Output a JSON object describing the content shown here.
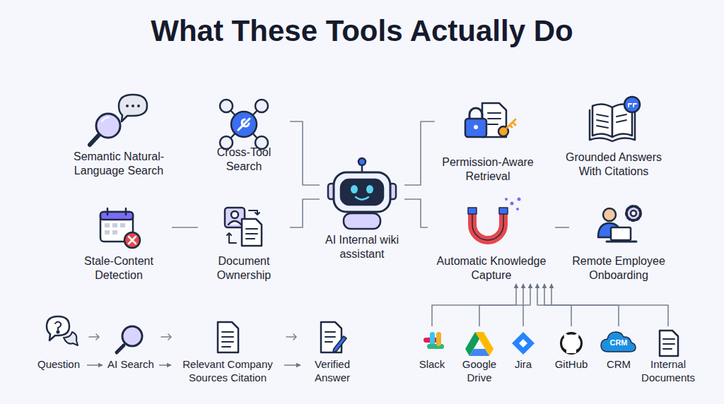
{
  "diagram": {
    "title": "What These Tools Actually Do",
    "nodes": [
      {
        "text": [
          "Semantic Natural-Language Search"
        ]
      },
      {
        "text": [
          "Cross-Tool Search"
        ]
      },
      {
        "text": [
          "AI Internal wiki assistant"
        ]
      },
      {
        "text": [
          "Permission-Aware Retrieval"
        ]
      },
      {
        "text": [
          "Grounded Answers With Citations"
        ]
      },
      {
        "text": [
          "Stale-Content Detection"
        ]
      },
      {
        "text": [
          "Document Ownership"
        ]
      },
      {
        "text": [
          "Automatic Knowledge Capture"
        ]
      },
      {
        "text": [
          "Remote Employee Onboarding"
        ]
      },
      {
        "text": [
          "Question"
        ]
      },
      {
        "text": [
          "AI Search"
        ]
      },
      {
        "text": [
          "Relevant Company Sources Citation"
        ]
      },
      {
        "text": [
          "Verified Answer"
        ]
      },
      {
        "text": [
          "Slack"
        ]
      },
      {
        "text": [
          "Google Drive"
        ]
      },
      {
        "text": [
          "Jira"
        ]
      },
      {
        "text": [
          "GitHub"
        ]
      },
      {
        "text": [
          "CRM"
        ]
      },
      {
        "text": [
          "Internal Documents"
        ]
      }
    ],
    "edges": [
      {
        "from": 1,
        "to": 2,
        "arrow": "none"
      },
      {
        "from": 6,
        "to": 2,
        "arrow": "none"
      },
      {
        "from": 2,
        "to": 3,
        "arrow": "none"
      },
      {
        "from": 2,
        "to": 7,
        "arrow": "none"
      },
      {
        "from": 5,
        "to": 6,
        "arrow": "none"
      },
      {
        "from": 7,
        "to": 8,
        "arrow": "none"
      },
      {
        "from": 9,
        "to": 10,
        "arrow": "to"
      },
      {
        "from": 10,
        "to": 11,
        "arrow": "to"
      },
      {
        "from": 11,
        "to": 12,
        "arrow": "to"
      },
      {
        "from": 13,
        "to": 7,
        "arrow": "to"
      },
      {
        "from": 14,
        "to": 7,
        "arrow": "to"
      },
      {
        "from": 15,
        "to": 7,
        "arrow": "to"
      },
      {
        "from": 16,
        "to": 7,
        "arrow": "to"
      },
      {
        "from": 17,
        "to": 7,
        "arrow": "to"
      },
      {
        "from": 18,
        "to": 7,
        "arrow": "to"
      }
    ],
    "labels": [
      "CRM"
    ]
  }
}
